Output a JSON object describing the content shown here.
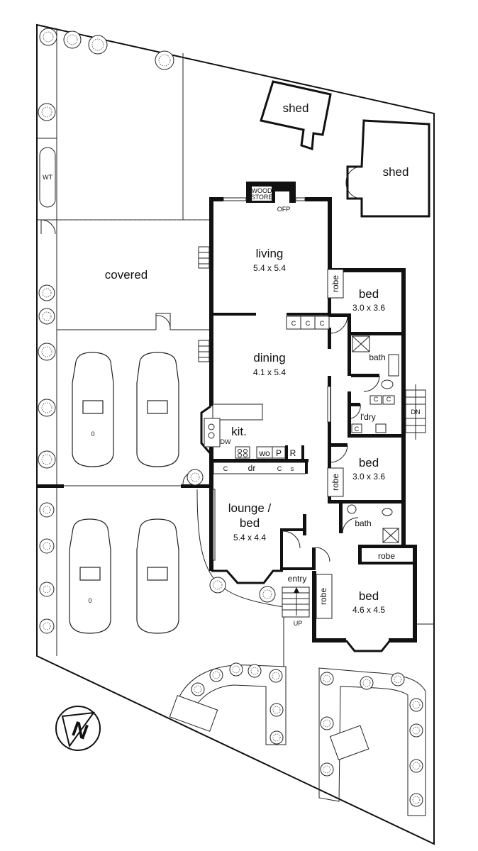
{
  "rooms": {
    "living": {
      "name": "living",
      "dims": "5.4 x 5.4"
    },
    "dining": {
      "name": "dining",
      "dims": "4.1 x 5.4"
    },
    "kitchen": {
      "name": "kit."
    },
    "lounge": {
      "name_line1": "lounge /",
      "name_line2": "bed",
      "dims": "5.4 x 4.4"
    },
    "bed1": {
      "name": "bed",
      "dims": "3.0 x 3.6"
    },
    "bed2": {
      "name": "bed",
      "dims": "3.0 x 3.6"
    },
    "bed3": {
      "name": "bed",
      "dims": "4.6 x 4.5"
    },
    "bath1": {
      "name": "bath"
    },
    "bath2": {
      "name": "bath"
    },
    "laundry": {
      "name": "l'dry"
    },
    "entry": {
      "name": "entry"
    },
    "covered": {
      "name": "covered"
    },
    "shed1": {
      "name": "shed"
    },
    "shed2": {
      "name": "shed"
    }
  },
  "fixtures": {
    "wood_store_line1": "WOOD",
    "wood_store_line2": "STORE",
    "ofp": "OFP",
    "wt": "WT",
    "dw": "DW",
    "wo": "wo",
    "pantry": "P",
    "fridge": "R",
    "drawer": "dr",
    "shelf": "s",
    "cupboard": "C",
    "robe": "robe",
    "stairs_down": "DN",
    "stairs_up": "UP",
    "car_mark": "0"
  },
  "compass": {
    "symbol": "N"
  }
}
